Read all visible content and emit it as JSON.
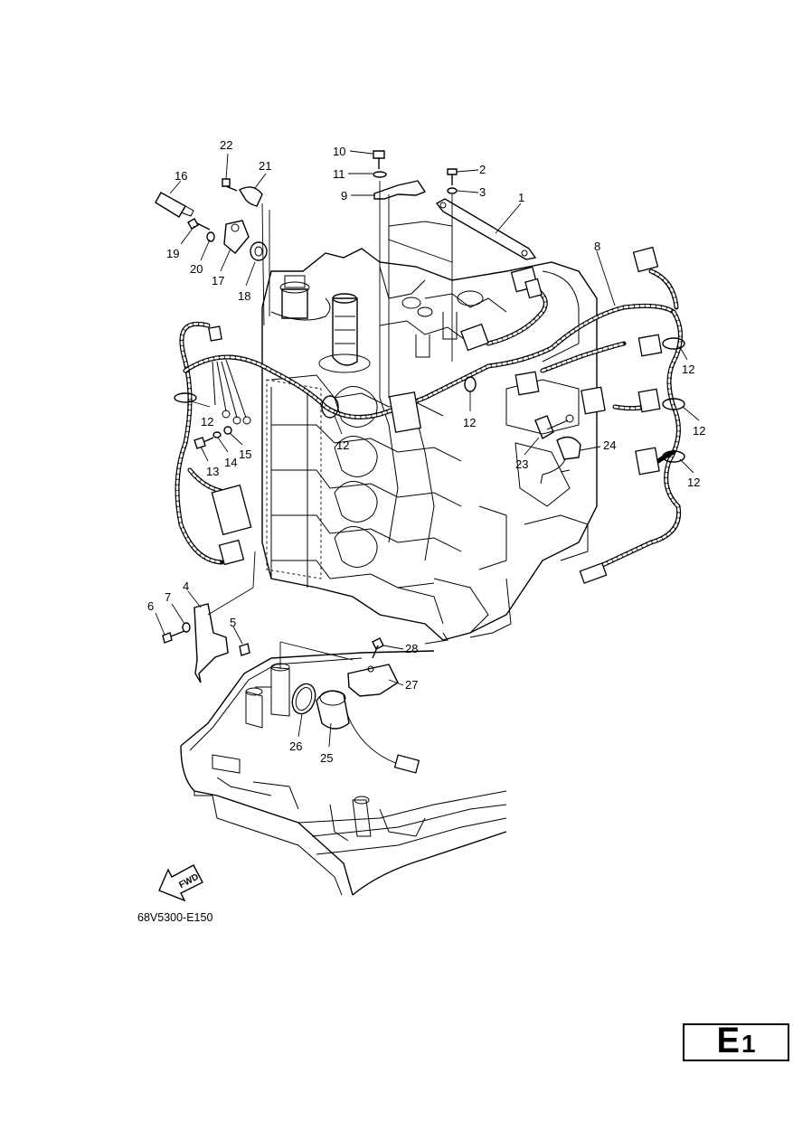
{
  "diagram": {
    "labels": {
      "p1": "1",
      "p2": "2",
      "p3": "3",
      "p4": "4",
      "p5": "5",
      "p6": "6",
      "p7": "7",
      "p8": "8",
      "p9": "9",
      "p10": "10",
      "p11": "11",
      "p12a": "12",
      "p12b": "12",
      "p12c": "12",
      "p12d": "12",
      "p12e": "12",
      "p12f": "12",
      "p13": "13",
      "p14": "14",
      "p15": "15",
      "p16": "16",
      "p17": "17",
      "p18": "18",
      "p19": "19",
      "p20": "20",
      "p21": "21",
      "p22": "22",
      "p23": "23",
      "p24": "24",
      "p25": "25",
      "p26": "26",
      "p27": "27",
      "p28": "28"
    },
    "fwd_label": "FWD",
    "reference_code": "68V5300-E150"
  },
  "section": {
    "letter": "E",
    "number": "1"
  }
}
